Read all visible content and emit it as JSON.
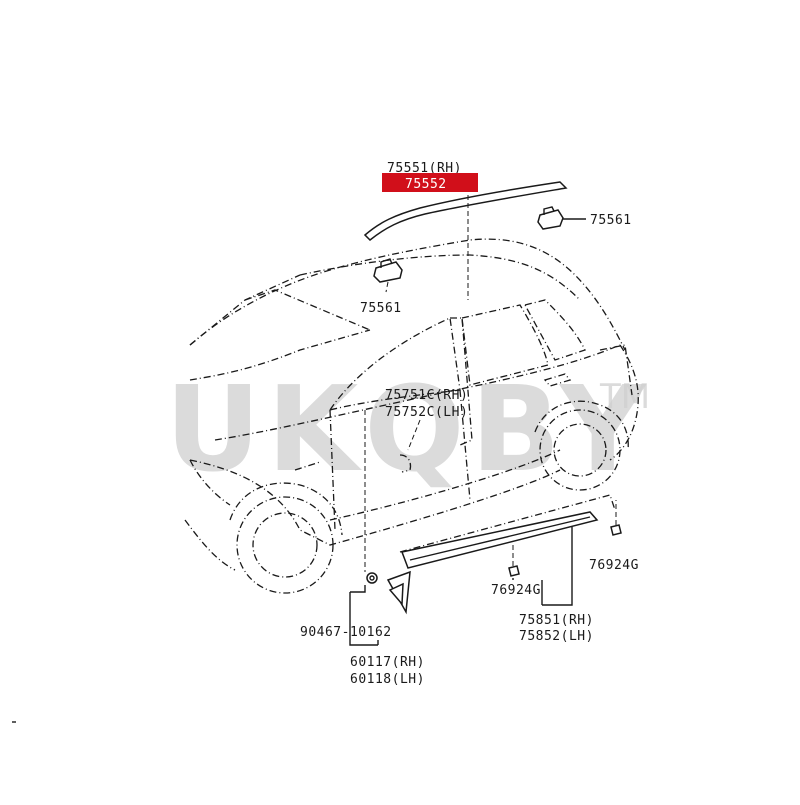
{
  "diagram": {
    "highlight_color": "#d10f1a",
    "watermark": {
      "text": "UKQBY",
      "trademark": "TM"
    },
    "labels": {
      "roof_rh": "75551(RH)",
      "roof_highlight": "75552",
      "clip_right": "75561",
      "clip_left": "75561",
      "door_rh": "75751C(RH)",
      "door_lh": "75752C(LH)",
      "clip_center": "76924G",
      "clip_rear": "76924G",
      "rocker_rh": "75851(RH)",
      "rocker_lh": "75852(LH)",
      "bolt": "90467-10162",
      "fender_rh": "60117(RH)",
      "fender_lh": "60118(LH)"
    }
  }
}
